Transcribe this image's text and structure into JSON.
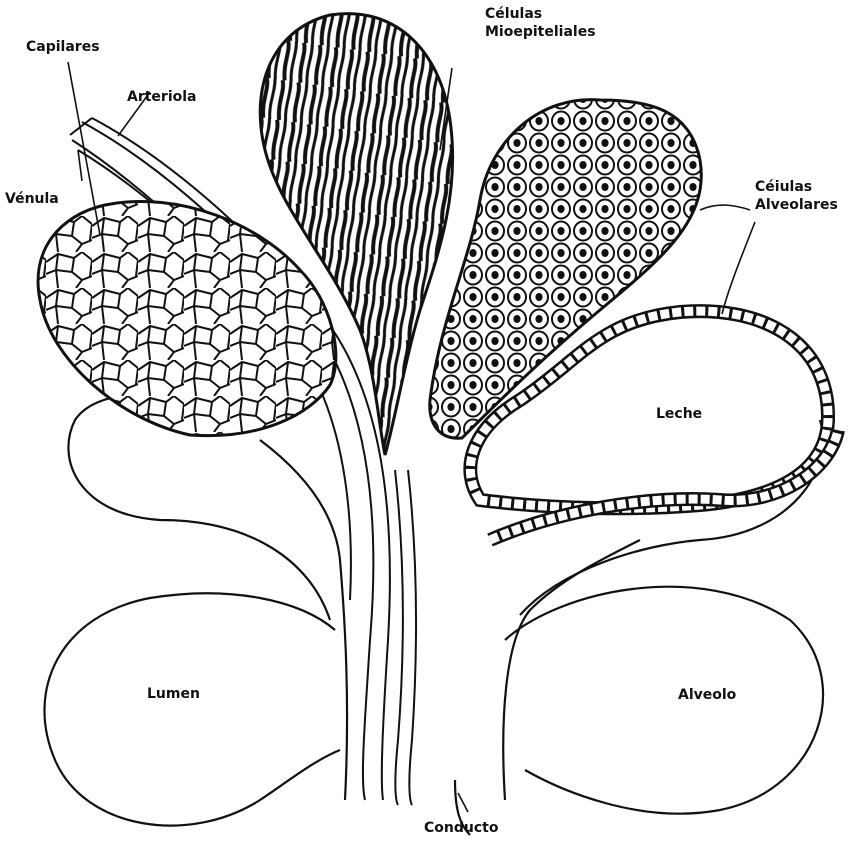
{
  "labels": {
    "capilares": "Capilares",
    "arteriola": "Arteriola",
    "venula": "Vénula",
    "celulas_mio_1": "Células",
    "celulas_mio_2": "Mioepiteliales",
    "celulas_alv_1": "Céiulas",
    "celulas_alv_2": "Alveolares",
    "leche": "Leche",
    "lumen": "Lumen",
    "alveolo": "Alveolo",
    "conducto": "Conducto"
  },
  "colors": {
    "ink": "#111111",
    "paper": "#ffffff"
  }
}
